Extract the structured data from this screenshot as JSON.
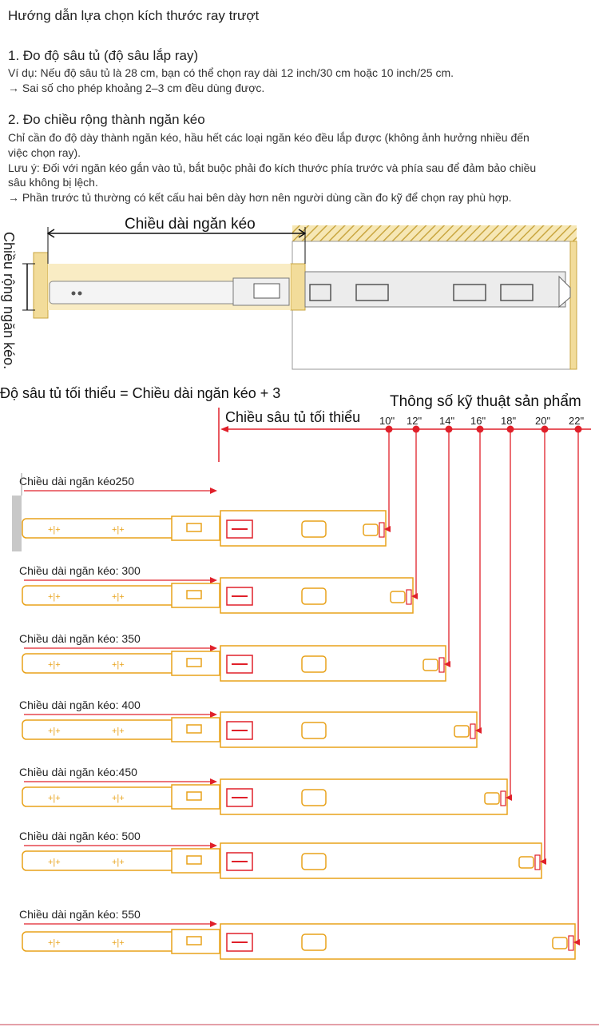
{
  "title": "Hướng dẫn lựa chọn kích thước ray trượt",
  "section1": {
    "heading": "1. Đo độ sâu tủ (độ sâu lắp ray)",
    "line1": "Ví dụ: Nếu độ sâu tủ là 28 cm, bạn có thể chọn ray dài 12 inch/30 cm hoặc 10 inch/25 cm.",
    "line2": "→ Sai số cho phép khoảng 2–3 cm đều dùng được."
  },
  "section2": {
    "heading": "2. Đo chiều rộng thành ngăn kéo",
    "line1a": "Chỉ cần đo độ dày thành ngăn kéo, hầu hết các loại ngăn kéo đều lắp được (không ảnh hưởng nhiều đến",
    "line1b": " việc chọn ray).",
    "line2a": "Lưu ý: Đối với ngăn kéo gắn vào tủ, bắt buộc phải đo kích thước phía trước và phía sau để đảm bảo chiều",
    "line2b": " sâu không bị lệch.",
    "line3": "→ Phần trước tủ thường có kết cấu hai bên dày hơn nên người dùng cần đo kỹ để chọn ray phù hợp."
  },
  "diagram1": {
    "drawer_length_label": "Chiều dài ngăn kéo",
    "drawer_width_label": "Chiều rộng ngăn kéo."
  },
  "formula": "Độ sâu tủ tối thiểu = Chiều dài ngăn kéo + 3",
  "spec_heading": "Thông số kỹ thuật sản phẩm",
  "min_depth_label": "Chiều sâu tủ tối thiểu",
  "sizes": [
    "10\"",
    "12\"",
    "14\"",
    "16\"",
    "18\"",
    "20\"",
    "22\""
  ],
  "rails": [
    {
      "label": "Chiều dài ngăn kéo250"
    },
    {
      "label": "Chiều dài ngăn kéo: 300"
    },
    {
      "label": "Chiều dài ngăn kéo: 350"
    },
    {
      "label": "Chiều dài ngăn kéo: 400"
    },
    {
      "label": "Chiều dài ngăn kéo:450"
    },
    {
      "label": "Chiều dài ngăn kéo: 500"
    },
    {
      "label": "Chiều dài ngăn kéo: 550"
    }
  ],
  "colors": {
    "rail": "#e8a21a",
    "marker": "#e0202a",
    "wood": "#f2dc9a",
    "steel": "#e8e8e8"
  }
}
